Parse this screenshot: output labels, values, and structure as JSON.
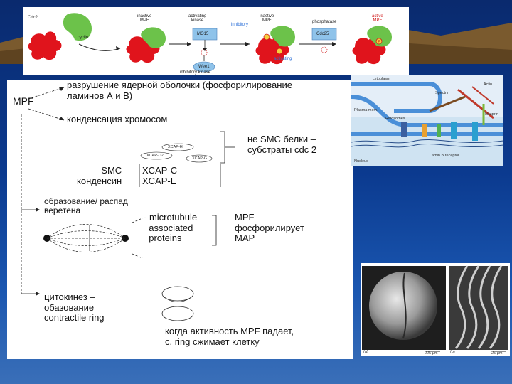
{
  "colors": {
    "background": "#0b3a8f",
    "protein_red": "#e0141c",
    "protein_green": "#6cc24a",
    "kinase_blue": "#8fc3ea",
    "phospho_yellow": "#f4d03f",
    "membrane_blue": "#4a8fd8"
  },
  "cycle": {
    "cdc2": "Cdc2",
    "cyclin": "cyclin",
    "inactive_mpf": "inactive\nMPF",
    "activating_kinase": "activating\nkinase",
    "mo15": "MO15",
    "inactive_mpf_2": "inactive\nMPF",
    "inhibitory": "inhibitory",
    "activating": "activating",
    "phosphatase": "phosphatase",
    "cdc25": "Cdc25",
    "active_mpf": "active\nMPF",
    "wee1": "Wee1",
    "inhibitory_kinase": "inhibitory kinase",
    "p": "P"
  },
  "main": {
    "mpf": "MPF",
    "nuclear_envelope": "разрушение ядерной оболочки (фосфорилирование\nламинов А и В)",
    "chromosome": "конденсация хромосом",
    "non_smc": "не SMC белки –\nсубстраты cdc 2",
    "xcap_h": "XCAP-H",
    "xcap_d2": "XCAP-D2",
    "xcap_g": "XCAP-G",
    "smc_condensin": "SMC\nконденсин",
    "xcap_ce": "XCAP-C\nXCAP-E",
    "spindle": "образование/ распад\nверетена",
    "map_proteins": "- microtubule\n  associated\n  proteins",
    "mpf_map": "MPF\nфосфорилирует\nMAP",
    "cytokinesis": "цитокинез –\nобазование\ncontractile ring",
    "ring_note": "когда активность MPF падает,\nс. ring сжимает клетку"
  },
  "cell": {
    "cytoplasm": "cytoplasm",
    "plasma_mem": "Plasma mem.",
    "nucleus": "Nucleus",
    "ribosomes": "Ribosomes",
    "lamin_b": "Lamin B receptor",
    "actin": "Actin",
    "spectrin": "Spectrin",
    "nesprin": "Nesprin"
  },
  "sem": {
    "label_a": "(a)",
    "label_b": "(b)",
    "scale_a": "225 µm",
    "scale_b": "25 µm"
  }
}
